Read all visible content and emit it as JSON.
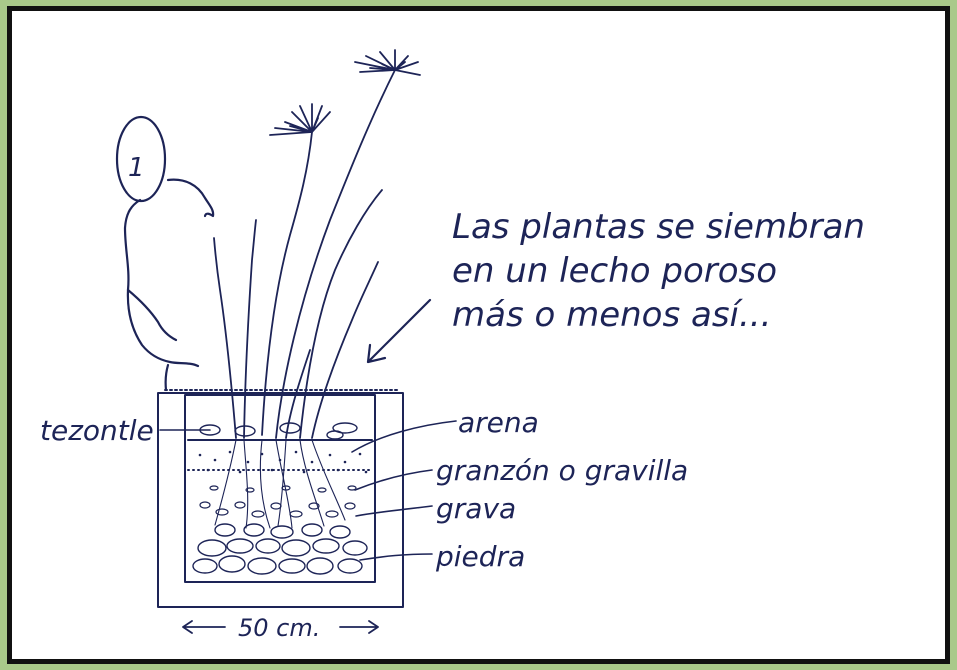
{
  "caption": {
    "line1": "Las plantas se siembran",
    "line2": "en un lecho poroso",
    "line3": "más o menos así..."
  },
  "labels": {
    "tezontle": "tezontle",
    "arena": "arena",
    "granzon": "granzón o gravilla",
    "grava": "grava",
    "piedra": "piedra"
  },
  "dimension": "50 cm.",
  "person_number": "1",
  "colors": {
    "ink": "#1d2457",
    "frame": "#111111",
    "background": "#a9c98a"
  }
}
